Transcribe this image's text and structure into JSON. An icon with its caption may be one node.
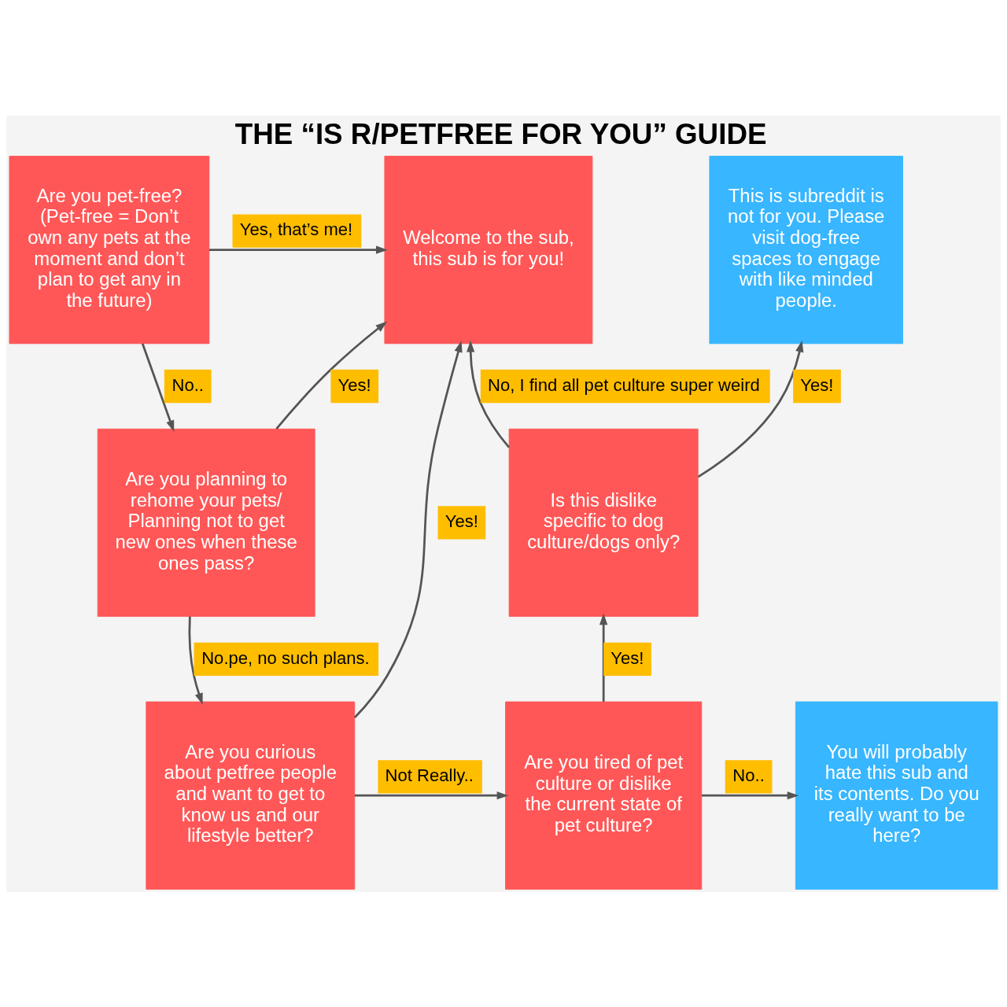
{
  "diagram": {
    "title": "THE “IS R/PETFREE FOR YOU” GUIDE",
    "nodes": [
      {
        "text": [
          "Are you pet-free? (Pet-free = Don’t own any pets at the moment and don’t plan to get any in the future)"
        ]
      },
      {
        "text": [
          "Welcome to the sub, this sub is for you!"
        ]
      },
      {
        "text": [
          "This is subreddit is not for you. Please visit dog-free spaces to engage with like minded people."
        ]
      },
      {
        "text": [
          "Are you planning to rehome your pets/ Planning not to get new ones when these ones pass?"
        ]
      },
      {
        "text": [
          "Is this dislike specific to dog culture/dogs only?"
        ]
      },
      {
        "text": [
          "Are you curious about petfree people and want to get to know us and our lifestyle better?"
        ]
      },
      {
        "text": [
          "Are you tired of pet culture or dislike the current state of pet culture?"
        ]
      },
      {
        "text": [
          "You will probably hate this sub and its contents. Do you really want to be here?"
        ]
      }
    ],
    "edges": [
      {
        "from": 0,
        "to": 1,
        "arrow": "to",
        "label": "Yes, that’s me!"
      },
      {
        "from": 0,
        "to": 3,
        "arrow": "to",
        "label": "No.."
      },
      {
        "from": 3,
        "to": 1,
        "arrow": "to",
        "label": "Yes!"
      },
      {
        "from": 3,
        "to": 5,
        "arrow": "to",
        "label": "No.pe, no such plans."
      },
      {
        "from": 5,
        "to": 1,
        "arrow": "to",
        "label": "Yes!"
      },
      {
        "from": 5,
        "to": 6,
        "arrow": "to",
        "label": "Not Really.."
      },
      {
        "from": 6,
        "to": 4,
        "arrow": "to",
        "label": "Yes!"
      },
      {
        "from": 6,
        "to": 7,
        "arrow": "to",
        "label": "No.."
      },
      {
        "from": 4,
        "to": 2,
        "arrow": "to",
        "label": "Yes!"
      },
      {
        "from": 4,
        "to": 1,
        "arrow": "to",
        "label": "No, I find all pet culture super weird"
      }
    ]
  }
}
